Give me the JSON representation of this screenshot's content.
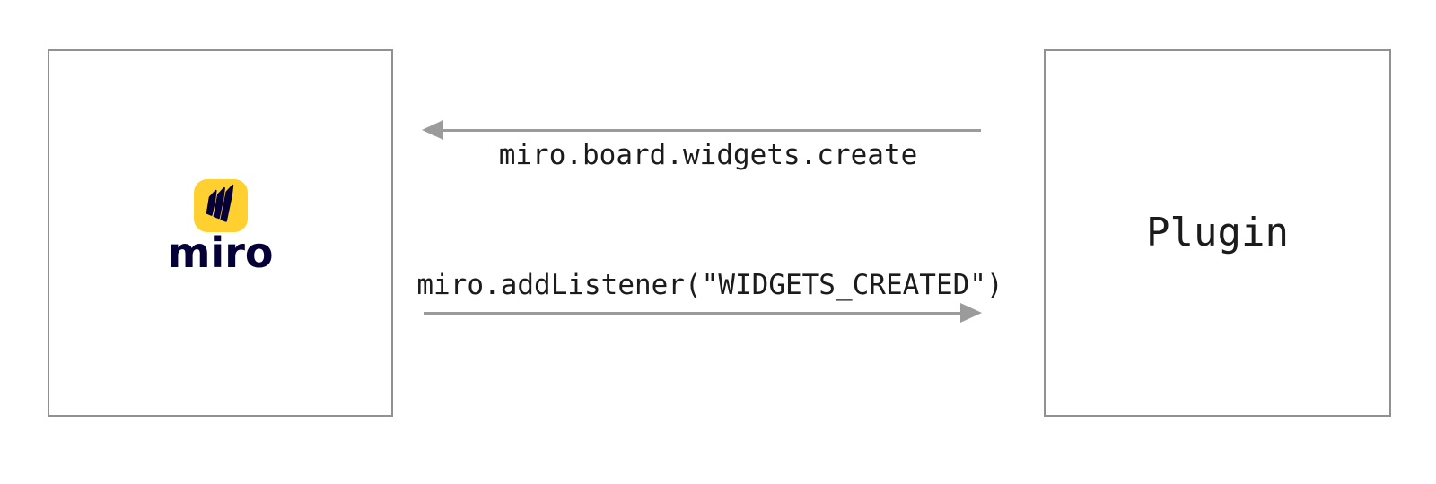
{
  "diagram": {
    "left_node": {
      "name": "miro",
      "icon": "miro-m-flags-icon",
      "wordmark": "miro"
    },
    "right_node": {
      "label": "Plugin"
    },
    "messages": [
      {
        "label": "miro.board.widgets.create",
        "direction": "right-to-left"
      },
      {
        "label": "miro.addListener(\"WIDGETS_CREATED\")",
        "direction": "left-to-right"
      }
    ],
    "colors": {
      "background": "#ffffff",
      "box_border": "#919191",
      "arrow_gray": "#9b9b9b",
      "label_text": "#1b1b1b",
      "miro_yellow": "#ffd02f",
      "miro_navy": "#050038"
    }
  }
}
